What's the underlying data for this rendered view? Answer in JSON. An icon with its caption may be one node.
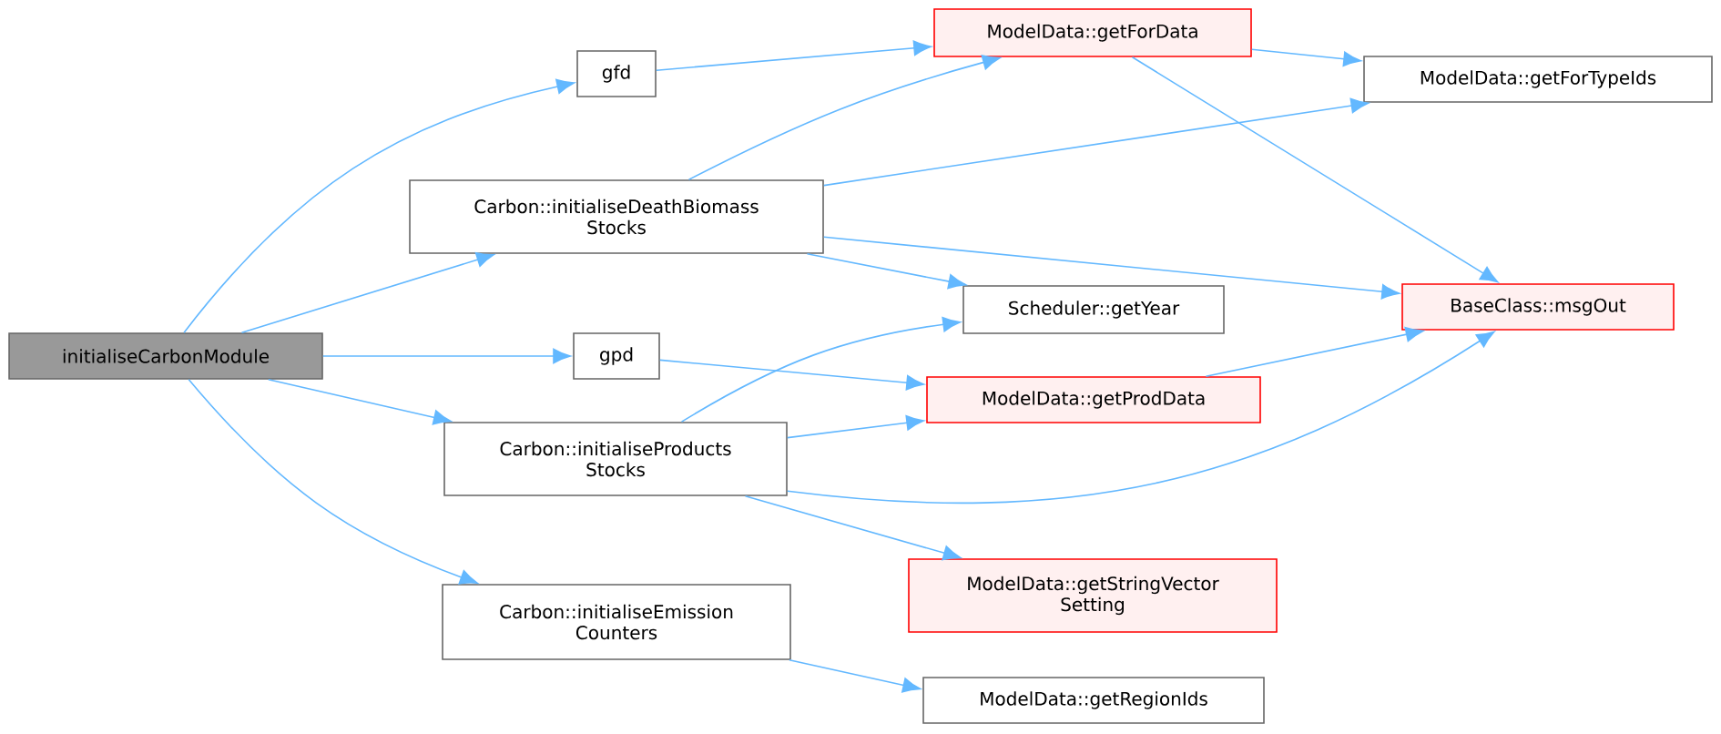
{
  "diagram": {
    "nodes": [
      {
        "text": [
          "initialiseCarbonModule"
        ]
      },
      {
        "text": [
          "gfd"
        ]
      },
      {
        "text": [
          "Carbon::initialiseDeathBiomass Stocks"
        ]
      },
      {
        "text": [
          "gpd"
        ]
      },
      {
        "text": [
          "Carbon::initialiseProducts Stocks"
        ]
      },
      {
        "text": [
          "Carbon::initialiseEmission Counters"
        ]
      },
      {
        "text": [
          "ModelData::getForData"
        ]
      },
      {
        "text": [
          "ModelData::getForTypeIds"
        ]
      },
      {
        "text": [
          "Scheduler::getYear"
        ]
      },
      {
        "text": [
          "BaseClass::msgOut"
        ]
      },
      {
        "text": [
          "ModelData::getProdData"
        ]
      },
      {
        "text": [
          "ModelData::getStringVector Setting"
        ]
      },
      {
        "text": [
          "ModelData::getRegionIds"
        ]
      }
    ],
    "edges": [
      {
        "from": 0,
        "to": 1,
        "arrow": "to"
      },
      {
        "from": 0,
        "to": 2,
        "arrow": "to"
      },
      {
        "from": 0,
        "to": 3,
        "arrow": "to"
      },
      {
        "from": 0,
        "to": 4,
        "arrow": "to"
      },
      {
        "from": 0,
        "to": 5,
        "arrow": "to"
      },
      {
        "from": 1,
        "to": 6,
        "arrow": "to"
      },
      {
        "from": 2,
        "to": 6,
        "arrow": "to"
      },
      {
        "from": 2,
        "to": 7,
        "arrow": "to"
      },
      {
        "from": 2,
        "to": 9,
        "arrow": "to"
      },
      {
        "from": 2,
        "to": 8,
        "arrow": "to"
      },
      {
        "from": 3,
        "to": 10,
        "arrow": "to"
      },
      {
        "from": 4,
        "to": 8,
        "arrow": "to"
      },
      {
        "from": 4,
        "to": 10,
        "arrow": "to"
      },
      {
        "from": 4,
        "to": 9,
        "arrow": "to"
      },
      {
        "from": 4,
        "to": 11,
        "arrow": "to"
      },
      {
        "from": 5,
        "to": 12,
        "arrow": "to"
      },
      {
        "from": 6,
        "to": 7,
        "arrow": "to"
      },
      {
        "from": 6,
        "to": 9,
        "arrow": "to"
      },
      {
        "from": 10,
        "to": 9,
        "arrow": "to"
      }
    ]
  }
}
